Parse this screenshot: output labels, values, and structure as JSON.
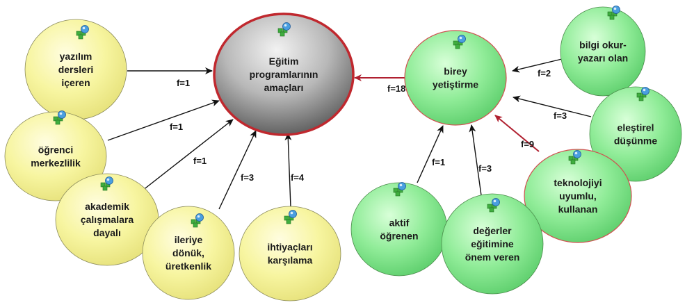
{
  "center": {
    "lines": [
      "Eğitim",
      "programlarının",
      "amaçları"
    ]
  },
  "hub": {
    "lines": [
      "birey",
      "yetiştirme"
    ],
    "edge_label": "f=18"
  },
  "left_nodes": [
    {
      "id": "yazilim",
      "lines": [
        "yazılım",
        "dersleri",
        "içeren"
      ],
      "edge_label": "f=1"
    },
    {
      "id": "ogrenci",
      "lines": [
        "öğrenci",
        "merkezlilik"
      ],
      "edge_label": "f=1"
    },
    {
      "id": "akademik",
      "lines": [
        "akademik",
        "çalışmalara",
        "dayalı"
      ],
      "edge_label": "f=1"
    },
    {
      "id": "ileriye",
      "lines": [
        "ileriye",
        "dönük,",
        "üretkenlik"
      ],
      "edge_label": "f=3"
    },
    {
      "id": "ihtiyac",
      "lines": [
        "ihtiyaçları",
        "karşılama"
      ],
      "edge_label": "f=4"
    }
  ],
  "right_nodes": [
    {
      "id": "bilgi",
      "lines": [
        "bilgi okur-",
        "yazarı olan"
      ],
      "edge_label": "f=2"
    },
    {
      "id": "elestirel",
      "lines": [
        "eleştirel",
        "düşünme"
      ],
      "edge_label": "f=3"
    },
    {
      "id": "teknoloji",
      "lines": [
        "teknolojiyi",
        "uyumlu,",
        "kullanan"
      ],
      "edge_label": "f=9"
    },
    {
      "id": "aktif",
      "lines": [
        "aktif",
        "öğrenen"
      ],
      "edge_label": "f=1"
    },
    {
      "id": "degerler",
      "lines": [
        "değerler",
        "eğitimine",
        "önem veren"
      ],
      "edge_label": "f=3"
    }
  ],
  "colors": {
    "yellow_fill": "#f4f39a",
    "green_fill": "#86e894",
    "center_fill_top": "#e6e6e6",
    "center_fill_bottom": "#6e6e6e",
    "center_border": "#c0282e",
    "hub_border": "#d05050",
    "red_arrow": "#b02030",
    "black_arrow": "#111111"
  },
  "icon": "network-node-icon"
}
